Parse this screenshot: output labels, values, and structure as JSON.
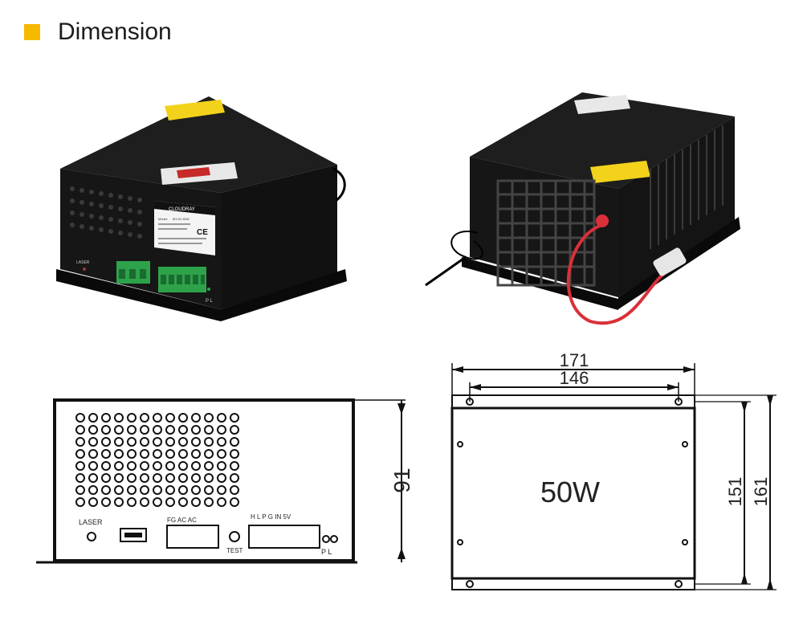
{
  "header": {
    "title": "Dimension",
    "accent_color": "#f7b800"
  },
  "photo_front": {
    "brand": "CLOUDRAY",
    "ce_mark": "CE",
    "laser_label": "LASER",
    "pl_label": "P L",
    "model_label": "Model:",
    "model_value": "MYJG-50W"
  },
  "photo_back": {
    "cable_color": "#d9303a"
  },
  "front_drawing": {
    "height_dim": "91",
    "laser_label": "LASER",
    "test_label": "TEST",
    "pl_label": "P L",
    "terminal1_label": "FG AC AC",
    "terminal2_label": "H L P G IN 5V"
  },
  "top_drawing": {
    "width_outer": "171",
    "width_inner": "146",
    "center_label": "50W",
    "height_inner": "151",
    "height_outer": "161"
  }
}
